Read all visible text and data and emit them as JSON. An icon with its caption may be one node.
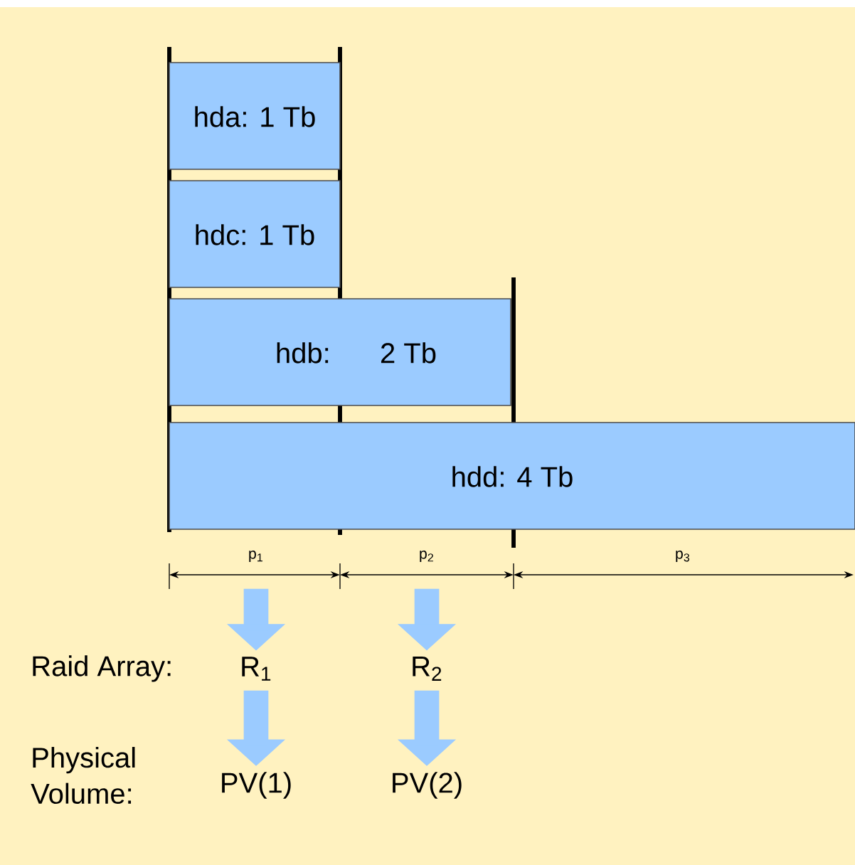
{
  "diagram": {
    "nodes": [
      {
        "text": [
          "hda: 1 Tb"
        ]
      },
      {
        "text": [
          "hdc: 1 Tb"
        ]
      },
      {
        "text": [
          "hdb:",
          "2 Tb"
        ]
      },
      {
        "text": [
          "hdd: 4 Tb"
        ]
      },
      {
        "text": [
          "p$_{1}$"
        ]
      },
      {
        "text": [
          "p$_{2}$"
        ]
      },
      {
        "text": [
          "p$_{3}$"
        ]
      },
      {
        "text": [
          "R$_{1}$"
        ]
      },
      {
        "text": [
          "R$_{2}$"
        ]
      },
      {
        "text": [
          "PV(1)"
        ]
      },
      {
        "text": [
          "PV(2)"
        ]
      }
    ],
    "edges": [
      {
        "from": 4,
        "to": 7,
        "arrow": "to"
      },
      {
        "from": 5,
        "to": 8,
        "arrow": "to"
      },
      {
        "from": 7,
        "to": 9,
        "arrow": "to"
      },
      {
        "from": 8,
        "to": 10,
        "arrow": "to"
      }
    ],
    "labels": [
      "Raid Array:",
      "Physical Volume:"
    ]
  }
}
